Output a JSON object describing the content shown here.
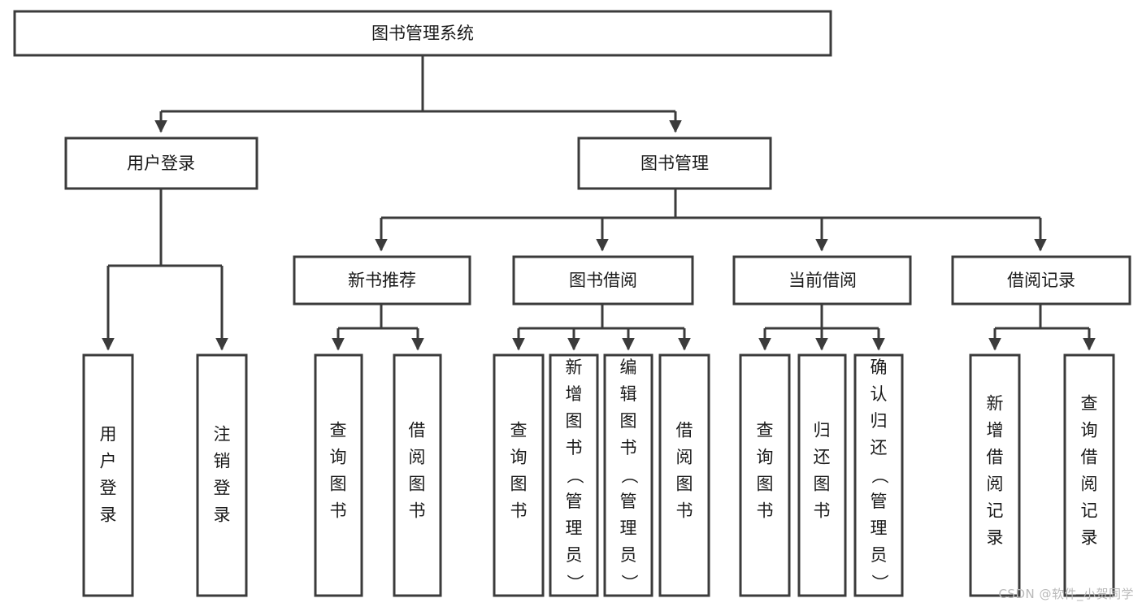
{
  "diagram": {
    "type": "tree-hierarchy",
    "orientation": "top-down",
    "root": {
      "id": "root",
      "label": "图书管理系统"
    },
    "level2": [
      {
        "id": "user-login",
        "label": "用户登录"
      },
      {
        "id": "book-management",
        "label": "图书管理"
      }
    ],
    "level3": [
      {
        "id": "new-book-recommend",
        "label": "新书推荐",
        "parent": "book-management"
      },
      {
        "id": "book-borrow",
        "label": "图书借阅",
        "parent": "book-management"
      },
      {
        "id": "current-borrow",
        "label": "当前借阅",
        "parent": "book-management"
      },
      {
        "id": "borrow-record",
        "label": "借阅记录",
        "parent": "book-management"
      }
    ],
    "leaves": {
      "user-login": [
        {
          "id": "leaf-user-login",
          "label": "用户登录"
        },
        {
          "id": "leaf-logout",
          "label": "注销登录"
        }
      ],
      "new-book-recommend": [
        {
          "id": "leaf-query-book-1",
          "label": "查询图书"
        },
        {
          "id": "leaf-borrow-book-1",
          "label": "借阅图书"
        }
      ],
      "book-borrow": [
        {
          "id": "leaf-query-book-2",
          "label": "查询图书"
        },
        {
          "id": "leaf-add-book",
          "label": "新增图书（管理员）"
        },
        {
          "id": "leaf-edit-book",
          "label": "编辑图书（管理员）"
        },
        {
          "id": "leaf-borrow-book-2",
          "label": "借阅图书"
        }
      ],
      "current-borrow": [
        {
          "id": "leaf-query-book-3",
          "label": "查询图书"
        },
        {
          "id": "leaf-return-book",
          "label": "归还图书"
        },
        {
          "id": "leaf-confirm-return",
          "label": "确认归还（管理员）"
        }
      ],
      "borrow-record": [
        {
          "id": "leaf-add-record",
          "label": "新增借阅记录"
        },
        {
          "id": "leaf-query-record",
          "label": "查询借阅记录"
        }
      ]
    }
  },
  "watermark": {
    "text": "CSDN @软件_小贺同学"
  },
  "colors": {
    "stroke": "#3b3b3b",
    "box_fill": "#ffffff",
    "text": "#1a1a1a",
    "background": "#ffffff",
    "watermark": "#b9b9b9"
  }
}
